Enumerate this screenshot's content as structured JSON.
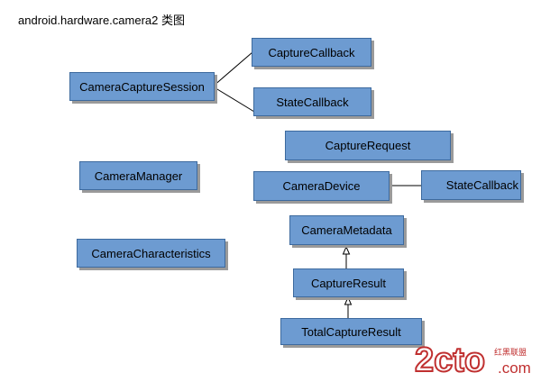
{
  "title": "android.hardware.camera2 类图",
  "boxes": {
    "camera_capture_session": "CameraCaptureSession",
    "capture_callback": "CaptureCallback",
    "state_callback_session": "StateCallback",
    "capture_request": "CaptureRequest",
    "camera_manager": "CameraManager",
    "camera_device": "CameraDevice",
    "state_callback_device": "StateCallback",
    "camera_metadata": "CameraMetadata",
    "camera_characteristics": "CameraCharacteristics",
    "capture_result": "CaptureResult",
    "total_capture_result": "TotalCaptureResult"
  },
  "watermark": {
    "brand": "2cto",
    "domain": ".com",
    "sub": "红黑联盟"
  },
  "colors": {
    "box_fill": "#6d9bd1",
    "box_border": "#3d6a9e",
    "watermark": "#c03030"
  }
}
